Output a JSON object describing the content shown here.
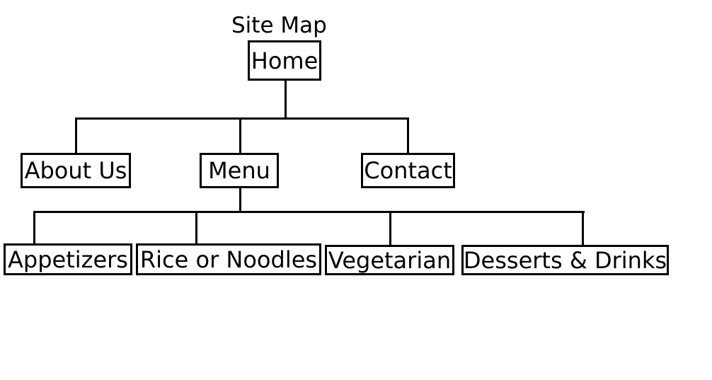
{
  "diagram": {
    "title": "Site Map",
    "root": {
      "label": "Home"
    },
    "level1": [
      {
        "id": "about",
        "label": "About Us"
      },
      {
        "id": "menu",
        "label": "Menu"
      },
      {
        "id": "contact",
        "label": "Contact"
      }
    ],
    "menu_children": [
      {
        "id": "appetizers",
        "label": "Appetizers"
      },
      {
        "id": "rice-noodles",
        "label": "Rice or Noodles"
      },
      {
        "id": "vegetarian",
        "label": "Vegetarian"
      },
      {
        "id": "desserts-drinks",
        "label": "Desserts & Drinks"
      }
    ],
    "colors": {
      "stroke": "#000000",
      "background": "#ffffff"
    }
  }
}
